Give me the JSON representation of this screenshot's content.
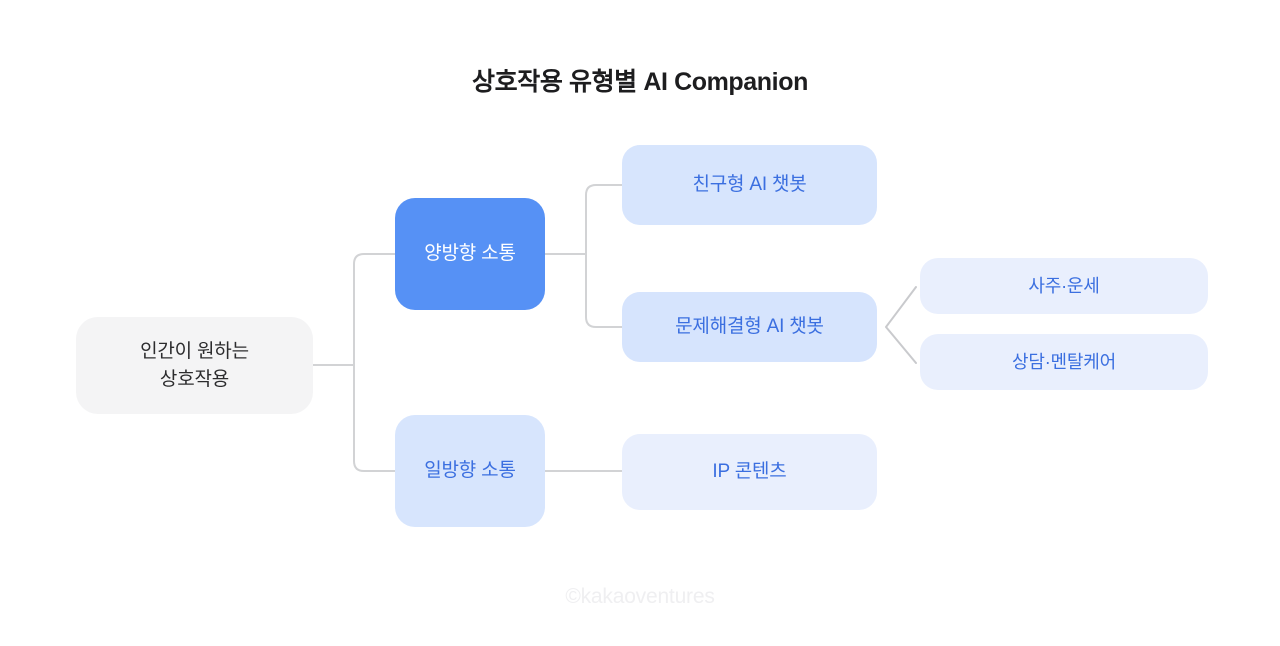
{
  "title": "상호작용 유형별 AI Companion",
  "watermark": "©kakaoventures",
  "colors": {
    "background": "#ffffff",
    "title_text": "#1d1d1f",
    "root_bg": "#f4f4f5",
    "root_text": "#2c2c2e",
    "primary_bg": "#5691f5",
    "primary_text": "#ffffff",
    "light_blue_bg": "#d7e5fd",
    "pale_blue_bg": "#e9effd",
    "blue_text": "#3b6fe0",
    "connector": "#d2d3d5",
    "watermark_text": "#efeff1"
  },
  "nodes": {
    "root": {
      "label": "인간이 원하는\n상호작용"
    },
    "branch_two_way": {
      "label": "양방향 소통"
    },
    "branch_one_way": {
      "label": "일방향 소통"
    },
    "friend_chatbot": {
      "label": "친구형 AI 챗봇"
    },
    "problem_chatbot": {
      "label": "문제해결형 AI 챗봇"
    },
    "ip_content": {
      "label": "IP 콘텐츠"
    },
    "leaf_fortune": {
      "label": "사주·운세"
    },
    "leaf_counseling": {
      "label": "상담·멘탈케어"
    }
  },
  "diagram": {
    "type": "tree",
    "orientation": "left-to-right",
    "hierarchy": [
      {
        "label": "인간이 원하는 상호작용",
        "children": [
          {
            "label": "양방향 소통",
            "children": [
              {
                "label": "친구형 AI 챗봇",
                "children": []
              },
              {
                "label": "문제해결형 AI 챗봇",
                "children": [
                  {
                    "label": "사주·운세",
                    "children": []
                  },
                  {
                    "label": "상담·멘탈케어",
                    "children": []
                  }
                ]
              }
            ]
          },
          {
            "label": "일방향 소통",
            "children": [
              {
                "label": "IP 콘텐츠",
                "children": []
              }
            ]
          }
        ]
      }
    ]
  }
}
